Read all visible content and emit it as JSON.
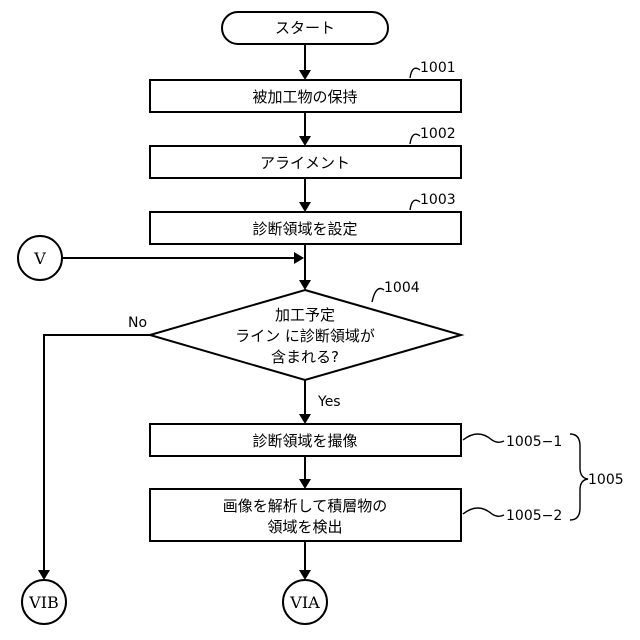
{
  "flowchart": {
    "start": "スタート",
    "steps": {
      "s1001": {
        "label": "被加工物の保持",
        "ref": "1001"
      },
      "s1002": {
        "label": "アライメント",
        "ref": "1002"
      },
      "s1003": {
        "label": "診断領域を設定",
        "ref": "1003"
      },
      "s1004": {
        "lines": [
          "加工予定",
          "ライン に診断領域が",
          "含まれる?"
        ],
        "ref": "1004"
      },
      "s1005_1": {
        "label": "診断領域を撮像",
        "ref": "1005−1"
      },
      "s1005_2": {
        "lines": [
          "画像を解析して積層物の",
          "領域を検出"
        ],
        "ref": "1005−2"
      }
    },
    "group_ref": "1005",
    "branches": {
      "no": "No",
      "yes": "Yes"
    },
    "connectors": {
      "in": "V",
      "out_left": "VIB",
      "out_bottom": "VIA"
    }
  }
}
